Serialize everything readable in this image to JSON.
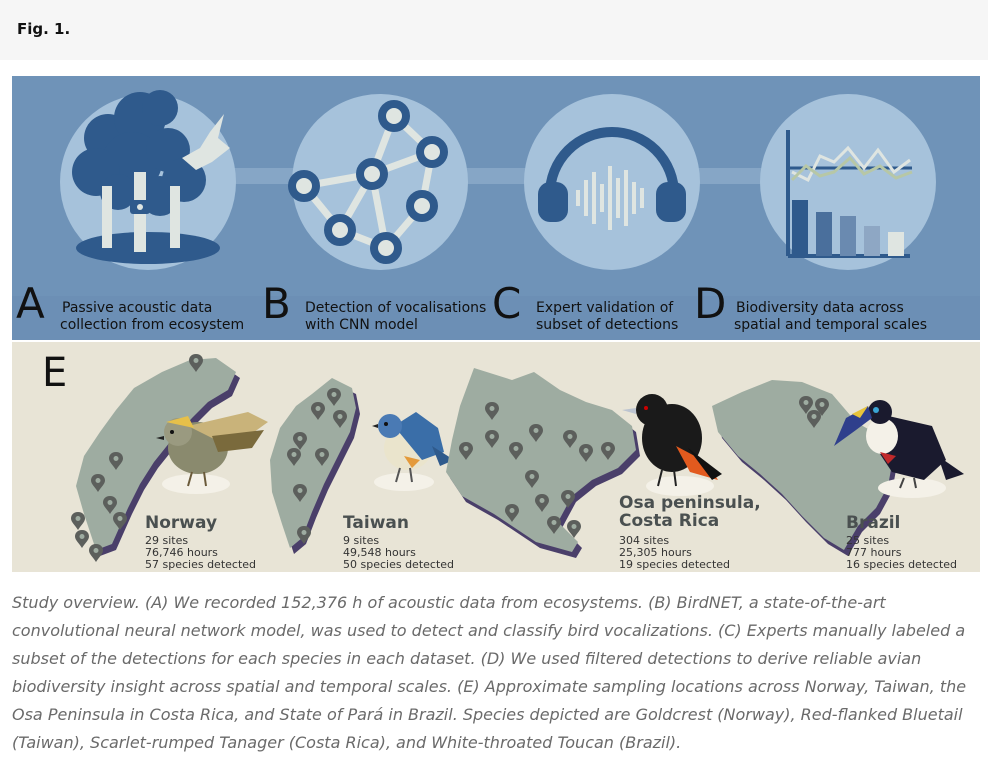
{
  "fig_label": "Fig. 1.",
  "colors": {
    "panel_blue": "#6f93b8",
    "circle_blue": "#a6c2db",
    "dark_blue": "#2f5a8c",
    "cream": "#e8e4d6",
    "map_green": "#9eaca1",
    "map_shadow": "#4a3f6a",
    "pin": "#5c5f5c"
  },
  "steps": [
    {
      "letter": "A",
      "line1": "Passive acoustic data",
      "line2": "collection from ecosystem",
      "icon": "forest-recorder-icon"
    },
    {
      "letter": "B",
      "line1": "Detection of vocalisations",
      "line2": "with CNN model",
      "icon": "neural-network-icon"
    },
    {
      "letter": "C",
      "line1": "Expert validation of",
      "line2": "subset of detections",
      "icon": "headphones-icon"
    },
    {
      "letter": "D",
      "line1": "Biodiversity data across",
      "line2": "spatial and temporal scales",
      "icon": "chart-icon"
    }
  ],
  "panel_e": {
    "letter": "E",
    "regions": [
      {
        "name_line1": "Norway",
        "name_line2": "",
        "sites": "29 sites",
        "hours": "76,746 hours",
        "species": "57 species detected",
        "bird": "goldcrest-icon"
      },
      {
        "name_line1": "Taiwan",
        "name_line2": "",
        "sites": "9 sites",
        "hours": "49,548 hours",
        "species": "50 species detected",
        "bird": "bluetail-icon"
      },
      {
        "name_line1": "Osa peninsula,",
        "name_line2": "Costa Rica",
        "sites": "304 sites",
        "hours": "25,305 hours",
        "species": "19 species detected",
        "bird": "tanager-icon"
      },
      {
        "name_line1": "Brazil",
        "name_line2": "",
        "sites": "25 sites",
        "hours": "777 hours",
        "species": "16 species detected",
        "bird": "toucan-icon"
      }
    ]
  },
  "caption": "Study overview. (A) We recorded 152,376 h of acoustic data from ecosystems. (B) BirdNET, a state-of-the-art convolutional neural network model, was used to detect and classify bird vocalizations. (C) Experts manually labeled a subset of the detections for each species in each dataset. (D) We used filtered detections to derive reliable avian biodiversity insight across spatial and temporal scales. (E) Approximate sampling locations across Norway, Taiwan, the Osa Peninsula in Costa Rica, and State of Pará in Brazil. Species depicted are Goldcrest (Norway), Red-flanked Bluetail (Taiwan), Scarlet-rumped Tanager (Costa Rica), and White-throated Toucan (Brazil)."
}
